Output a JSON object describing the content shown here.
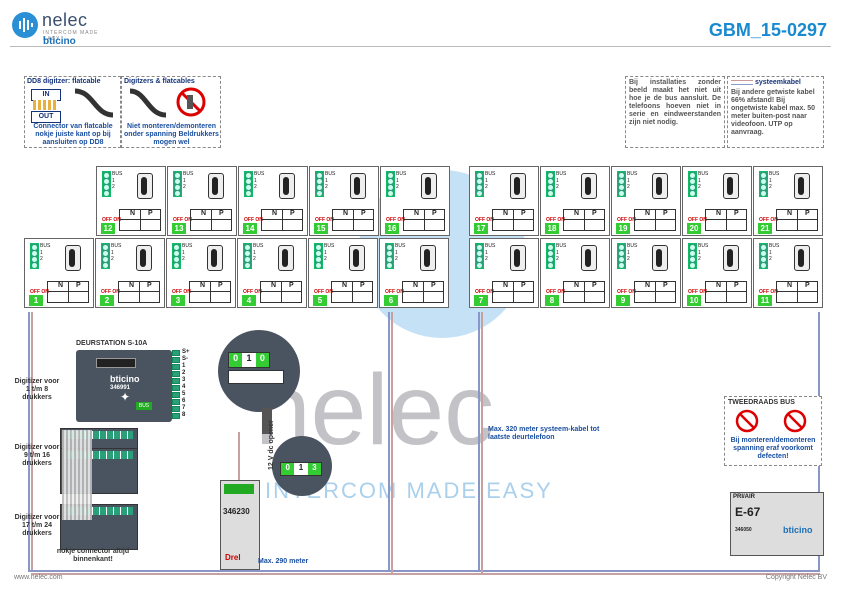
{
  "header": {
    "logo_name": "nelec",
    "logo_tagline": "INTERCOM MADE EASY",
    "logo_brand": "bticino",
    "doc_id": "GBM_15-0297"
  },
  "info_left": {
    "box1_title": "DD8 digitzer: flatcable",
    "in_label": "IN",
    "out_label": "OUT",
    "box1_note": "Connector van flatcable nokje juiste kant op bij aansluiten op DD8",
    "box2_title": "Digitzers & flatcables",
    "box2_note": "Niet monteren/demonteren onder spanning Beldrukkers mogen wel"
  },
  "info_right": {
    "text1": "Bij installaties zonder beeld maakt het niet uit hoe je de bus aansluit. De telefoons hoeven niet in serie en eindweerstanden zijn niet nodig.",
    "legend": "systeemkabel",
    "text2": "Bij andere getwiste kabel 66% afstand! Bij ongetwiste kabel max. 50 meter buiten-post naar videofoon. UTP op aanvraag."
  },
  "phones_top_left": [
    "12",
    "13",
    "14",
    "15",
    "16"
  ],
  "phones_top_right": [
    "17",
    "18",
    "19",
    "20",
    "21"
  ],
  "phones_bottom_left": [
    "1",
    "2",
    "3",
    "4",
    "5",
    "6"
  ],
  "phones_bottom_right": [
    "7",
    "8",
    "9",
    "10",
    "11"
  ],
  "phone_labels": {
    "off_on": "OFF ON",
    "n": "N",
    "p": "P",
    "terms": [
      "BUS",
      "1",
      "2"
    ]
  },
  "door_station": {
    "title": "DEURSTATION S-10A",
    "brand": "bticino",
    "model": "346991",
    "bus": "BUS",
    "terminals": [
      "S+",
      "S-",
      "1",
      "2",
      "3",
      "4",
      "5",
      "6",
      "7",
      "8"
    ],
    "zoom_digits": [
      "0",
      "1",
      "0"
    ]
  },
  "digitizers": [
    {
      "label": "Digitizer voor 1 t/m 8 drukkers"
    },
    {
      "label": "Digitizer voor 9 t/m 16 drukkers"
    },
    {
      "label": "Digitizer voor 17 t/m 24 drukkers"
    }
  ],
  "digitizer_note": "nokje connector altijd binnenkant!",
  "power_unit": {
    "model": "346230",
    "label": "Drel",
    "zoom_digits": [
      "0",
      "1",
      "3"
    ]
  },
  "opener": {
    "label": "12 V dc opener"
  },
  "distances": {
    "max_320": "Max. 320 meter systeem-kabel tot laatste deurtelefoon",
    "max_290": "Max. 290 meter"
  },
  "two_wire": {
    "title": "TWEEDRAADS BUS",
    "note": "Bij monteren/demonteren spanning eraf voorkomt defecten!"
  },
  "psu": {
    "label": "PRI/AIR",
    "model": "E-67",
    "code": "346050",
    "brand": "bticino"
  },
  "watermark": {
    "big": "nelec",
    "small": "INTERCOM MADE EASY"
  },
  "footer": {
    "left": "www.nelec.com",
    "right": "Copyright Nelec BV"
  }
}
